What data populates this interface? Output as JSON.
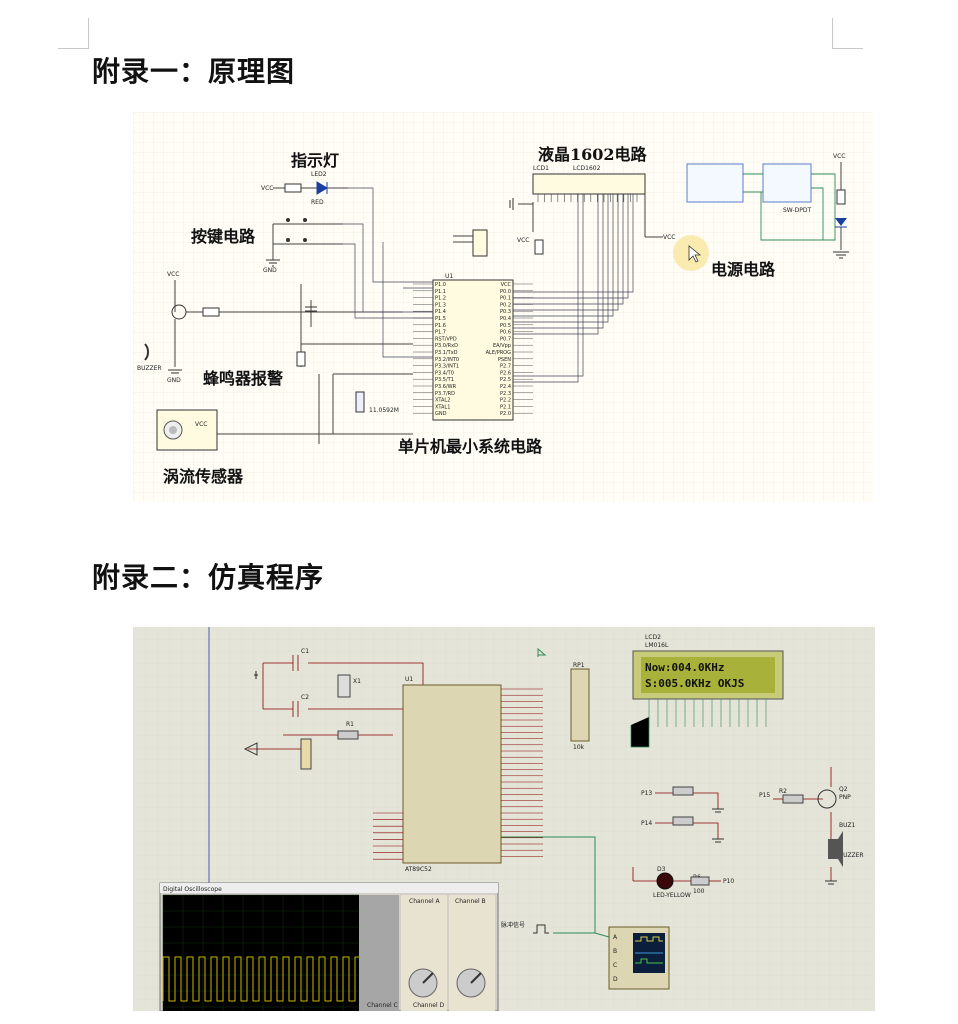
{
  "appendix1": {
    "heading": "附录一：原理图",
    "labels": {
      "indicator": "指示灯",
      "lcd_circuit": "液晶1602电路",
      "key_circuit": "按键电路",
      "power_circuit": "电源电路",
      "buzzer_alarm": "蜂鸣器报警",
      "mcu_system": "单片机最小系统电路",
      "eddy_sensor": "涡流传感器"
    },
    "parts": {
      "lcd": "LCD1602",
      "lcd_ref": "LCD1",
      "led_ref": "LED2",
      "led_color": "RED",
      "mcu_ref": "U1",
      "crystal": "11.0592M",
      "buzzer": "BUZZER",
      "switch": "SW-DPDT",
      "vcc": "VCC",
      "gnd": "GND",
      "pins_left": [
        "P1.0",
        "P1.1",
        "P1.2",
        "P1.3",
        "P1.4",
        "P1.5",
        "P1.6",
        "P1.7",
        "RST/VPD",
        "P3.0/RxD",
        "P3.1/TxD",
        "P3.2/INT0",
        "P3.3/INT1",
        "P3.4/T0",
        "P3.5/T1",
        "P3.6/WR",
        "P3.7/RD",
        "XTAL2",
        "XTAL1",
        "GND"
      ],
      "pins_right": [
        "VCC",
        "P0.0",
        "P0.1",
        "P0.2",
        "P0.3",
        "P0.4",
        "P0.5",
        "P0.6",
        "P0.7",
        "EA/Vpp",
        "ALE/PROG",
        "PSEN",
        "P2.7",
        "P2.6",
        "P2.5",
        "P2.4",
        "P2.3",
        "P2.2",
        "P2.1",
        "P2.0"
      ]
    }
  },
  "appendix2": {
    "heading": "附录二：仿真程序",
    "lcd_ref": "LCD2",
    "lcd_model": "LM016L",
    "lcd_line1": "Now:004.0KHz",
    "lcd_line2": "S:005.0KHz   OKJS",
    "mcu_ref": "U1",
    "mcu_model": "AT89C52",
    "rp_ref": "RP1",
    "rp_value": "10k",
    "c1": "C1",
    "c2": "C2",
    "x1": "X1",
    "r1": "R1",
    "r2": "R2",
    "q2": "Q2",
    "q2_type": "PNP",
    "buz": "BUZ1",
    "buz_type": "BUZZER",
    "d3": "D3",
    "d3_type": "LED-YELLOW",
    "r6": "R6",
    "r6_val": "100",
    "osc_title": "Digital Oscilloscope",
    "channels": [
      "Channel A",
      "Channel B",
      "Channel C",
      "Channel D"
    ],
    "scope_inputs": [
      "A",
      "B",
      "C",
      "D"
    ],
    "signal_label": "脉冲信号",
    "net_p13": "P13",
    "net_p14": "P14",
    "net_p15": "P15",
    "net_p10": "P10"
  }
}
